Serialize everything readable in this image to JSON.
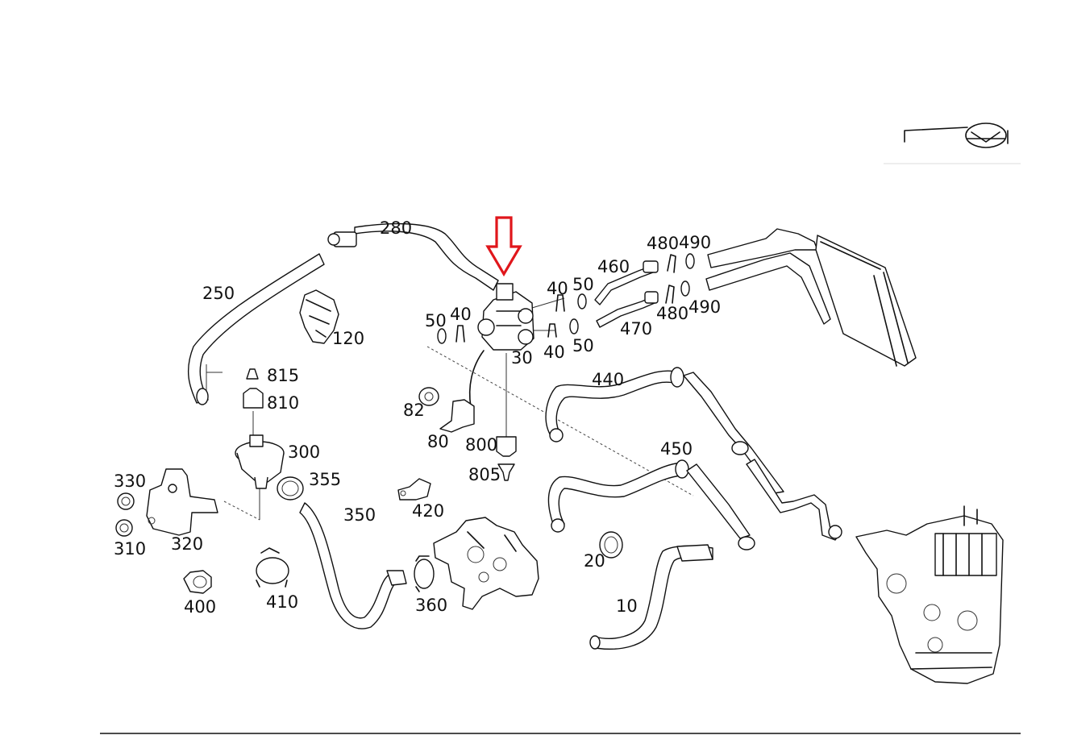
{
  "diagram": {
    "labels": {
      "p10": "10",
      "p20": "20",
      "p30": "30",
      "p40a": "40",
      "p40b": "40",
      "p40c": "40",
      "p50a": "50",
      "p50b": "50",
      "p50c": "50",
      "p80": "80",
      "p82": "82",
      "p120": "120",
      "p250": "250",
      "p280": "280",
      "p300": "300",
      "p310": "310",
      "p320": "320",
      "p330": "330",
      "p350": "350",
      "p355": "355",
      "p360": "360",
      "p400": "400",
      "p410": "410",
      "p420": "420",
      "p440": "440",
      "p450": "450",
      "p460": "460",
      "p470": "470",
      "p480a": "480",
      "p480b": "480",
      "p490a": "490",
      "p490b": "490",
      "p800": "800",
      "p805": "805",
      "p810": "810",
      "p815": "815"
    },
    "highlight_color": "#e0161b",
    "line_color": "#111111",
    "icons": [
      "vehicle-orientation-icon",
      "highlight-arrow-icon"
    ]
  }
}
